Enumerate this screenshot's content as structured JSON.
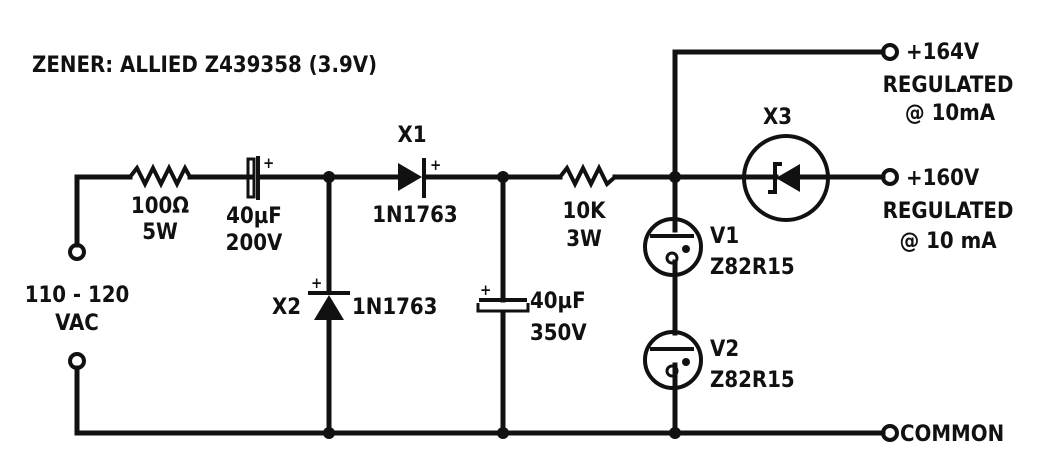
{
  "title": "ZENER: ALLIED Z439358 (3.9V)",
  "input": {
    "line1": "110 - 120",
    "line2": "VAC"
  },
  "r1": {
    "value": "100Ω",
    "power": "5W"
  },
  "c1": {
    "value": "40µF",
    "voltage": "200V",
    "polarity": "+"
  },
  "x1": {
    "ref": "X1",
    "part": "1N1763",
    "polarity": "+"
  },
  "x2": {
    "ref": "X2",
    "part": "1N1763",
    "polarity": "+"
  },
  "c2": {
    "value": "40µF",
    "voltage": "350V",
    "polarity": "+"
  },
  "r2": {
    "value": "10K",
    "power": "3W"
  },
  "x3": {
    "ref": "X3"
  },
  "v1": {
    "ref": "V1",
    "part": "Z82R15"
  },
  "v2": {
    "ref": "V2",
    "part": "Z82R15"
  },
  "out1": {
    "voltage": "+164V",
    "line2": "REGULATED",
    "line3": "@ 10mA"
  },
  "out2": {
    "voltage": "+160V",
    "line2": "REGULATED",
    "line3": "@ 10 mA"
  },
  "common": "COMMON"
}
